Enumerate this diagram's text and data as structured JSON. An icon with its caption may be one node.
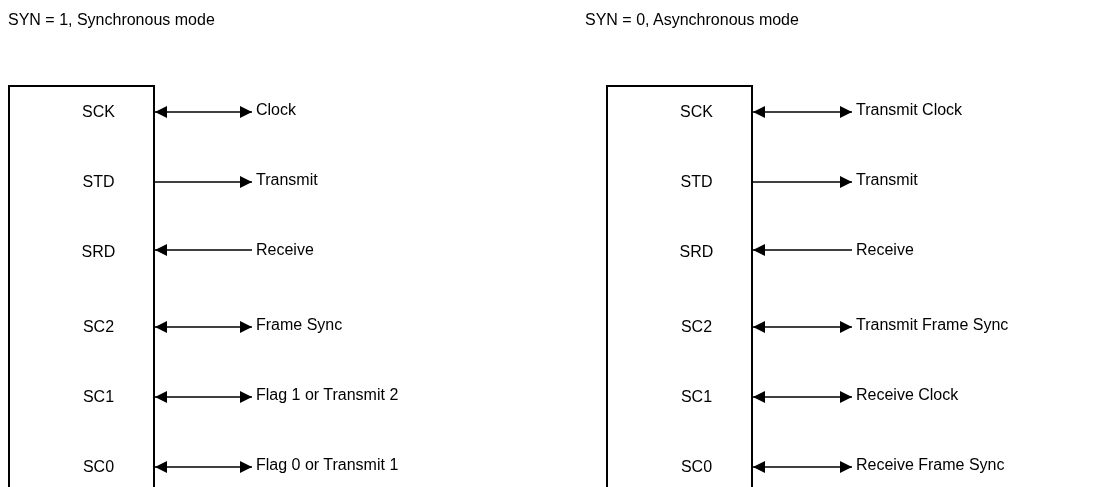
{
  "diagram": {
    "nodes": [
      {
        "text": [],
        "shape": "box"
      },
      {
        "text": [
          "SCK"
        ],
        "in": 0
      },
      {
        "text": [
          "STD"
        ],
        "in": 0
      },
      {
        "text": [
          "SRD"
        ],
        "in": 0
      },
      {
        "text": [
          "SC2"
        ],
        "in": 0
      },
      {
        "text": [
          "SC1"
        ],
        "in": 0
      },
      {
        "text": [
          "SC0"
        ],
        "in": 0
      },
      {
        "text": [
          "Clock"
        ]
      },
      {
        "text": [
          "Transmit"
        ]
      },
      {
        "text": [
          "Receive"
        ]
      },
      {
        "text": [
          "Frame Sync"
        ]
      },
      {
        "text": [
          "Flag 1 or Transmit 2"
        ]
      },
      {
        "text": [
          "Flag 0 or Transmit 1"
        ]
      },
      {
        "text": [],
        "shape": "box"
      },
      {
        "text": [
          "SCK"
        ],
        "in": 13
      },
      {
        "text": [
          "STD"
        ],
        "in": 13
      },
      {
        "text": [
          "SRD"
        ],
        "in": 13
      },
      {
        "text": [
          "SC2"
        ],
        "in": 13
      },
      {
        "text": [
          "SC1"
        ],
        "in": 13
      },
      {
        "text": [
          "SC0"
        ],
        "in": 13
      },
      {
        "text": [
          "Transmit Clock"
        ]
      },
      {
        "text": [
          "Transmit"
        ]
      },
      {
        "text": [
          "Receive"
        ]
      },
      {
        "text": [
          "Transmit Frame Sync"
        ]
      },
      {
        "text": [
          "Receive Clock"
        ]
      },
      {
        "text": [
          "Receive Frame Sync"
        ]
      }
    ],
    "edges": [
      {
        "from": 1,
        "to": 7,
        "arrow": "both"
      },
      {
        "from": 2,
        "to": 8,
        "arrow": "to"
      },
      {
        "from": 9,
        "to": 3,
        "arrow": "to"
      },
      {
        "from": 4,
        "to": 10,
        "arrow": "both"
      },
      {
        "from": 5,
        "to": 11,
        "arrow": "both"
      },
      {
        "from": 6,
        "to": 12,
        "arrow": "both"
      },
      {
        "from": 14,
        "to": 20,
        "arrow": "both"
      },
      {
        "from": 15,
        "to": 21,
        "arrow": "to"
      },
      {
        "from": 22,
        "to": 16,
        "arrow": "to"
      },
      {
        "from": 17,
        "to": 23,
        "arrow": "both"
      },
      {
        "from": 18,
        "to": 24,
        "arrow": "both"
      },
      {
        "from": 19,
        "to": 25,
        "arrow": "both"
      }
    ],
    "labels": [
      "SYN = 1, Synchronous mode",
      "SYN = 0, Asynchronous mode"
    ]
  }
}
